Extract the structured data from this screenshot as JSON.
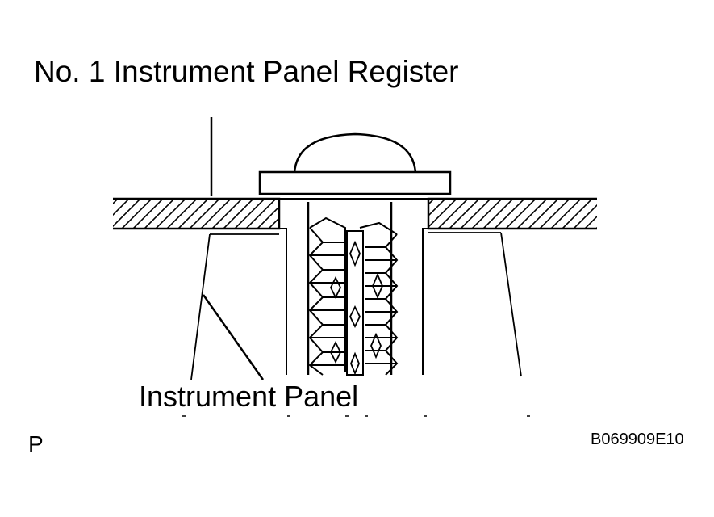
{
  "labels": {
    "register": "No. 1 Instrument Panel Register",
    "panel": "Instrument Panel",
    "corner": "P",
    "figure_code": "B069909E10"
  },
  "colors": {
    "ink": "#000000",
    "background": "#ffffff"
  }
}
